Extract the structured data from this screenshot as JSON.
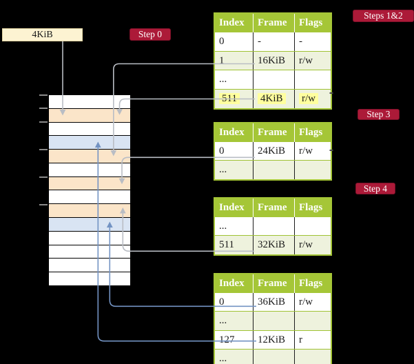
{
  "colors": {
    "background": "#000000",
    "table-green": "#a5c637",
    "table-green-light": "#eef2dd",
    "table-row-separator": "#9fc233",
    "cell-divider": "#1a1a1a",
    "step-label-red": "#ac1a38",
    "memory-free": "#ffffff",
    "memory-page-table": "#fbe5c9",
    "memory-data-page": "#d9e4f3",
    "page-size-box": "#fdf3d2",
    "arrow-gray": "#b9bdc4",
    "arrow-blue": "#7393c3",
    "highlight-yellow": "#ffff9e",
    "tick-gray": "#8a8a8a",
    "stub-dark": "#4a4a4a",
    "text-black": "#1a1a1a"
  },
  "page_size_label": "4KiB",
  "labels": {
    "step0": "Step 0",
    "steps_1_2": "Steps 1&2",
    "step3": "Step 3",
    "step4": "Step 4"
  },
  "memory": {
    "rows": [
      "free",
      "page_table",
      "free",
      "data_page",
      "page_table",
      "free",
      "page_table",
      "free",
      "page_table",
      "data_page",
      "free",
      "free",
      "free",
      "free"
    ]
  },
  "tables": [
    {
      "title": "page-table-steps-1-2",
      "headers": [
        "Index",
        "Frame",
        "Flags"
      ],
      "rows": [
        {
          "cells": [
            "0",
            "-",
            "-"
          ],
          "shaded": false,
          "highlight": false
        },
        {
          "cells": [
            "1",
            "16KiB",
            "r/w"
          ],
          "shaded": true,
          "highlight": false
        },
        {
          "cells": [
            "...",
            "",
            ""
          ],
          "shaded": false,
          "highlight": false
        },
        {
          "cells": [
            "511",
            "4KiB",
            "r/w"
          ],
          "shaded": true,
          "highlight": true
        }
      ]
    },
    {
      "title": "page-table-step-3",
      "headers": [
        "Index",
        "Frame",
        "Flags"
      ],
      "rows": [
        {
          "cells": [
            "0",
            "24KiB",
            "r/w"
          ],
          "shaded": false,
          "highlight": false
        },
        {
          "cells": [
            "...",
            "",
            ""
          ],
          "shaded": true,
          "highlight": false
        }
      ]
    },
    {
      "title": "page-table-step-4-upper",
      "headers": [
        "Index",
        "Frame",
        "Flags"
      ],
      "rows": [
        {
          "cells": [
            "...",
            "",
            ""
          ],
          "shaded": false,
          "highlight": false
        },
        {
          "cells": [
            "511",
            "32KiB",
            "r/w"
          ],
          "shaded": true,
          "highlight": false
        }
      ]
    },
    {
      "title": "page-table-step-4-lower",
      "headers": [
        "Index",
        "Frame",
        "Flags"
      ],
      "rows": [
        {
          "cells": [
            "0",
            "36KiB",
            "r/w"
          ],
          "shaded": false,
          "highlight": false
        },
        {
          "cells": [
            "...",
            "",
            ""
          ],
          "shaded": true,
          "highlight": false
        },
        {
          "cells": [
            "127",
            "12KiB",
            "r"
          ],
          "shaded": false,
          "highlight": false
        },
        {
          "cells": [
            "...",
            "",
            ""
          ],
          "shaded": true,
          "highlight": false
        }
      ]
    }
  ]
}
